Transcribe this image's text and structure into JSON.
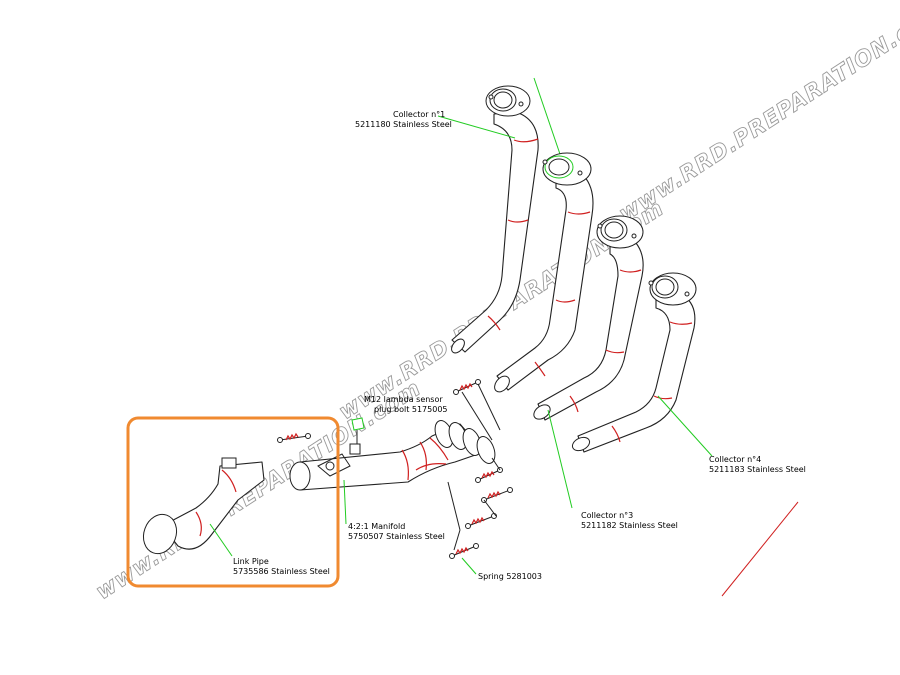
{
  "labels": {
    "collector1_name": "Collector n°1",
    "collector1_ref": "5211180 Stainless Steel",
    "collector3_name": "Collector n°3",
    "collector3_ref": "5211182 Stainless Steel",
    "collector4_name": "Collector n°4",
    "collector4_ref": "5211183 Stainless Steel",
    "lambda_name": "M12 lambda sensor",
    "lambda_ref": "plug bolt 5175005",
    "manifold_name": "4:2:1 Manifold",
    "manifold_ref": "5750507 Stainless Steel",
    "link_name": "Link Pipe",
    "link_ref": "5735586 Stainless Steel",
    "spring": "Spring 5281003"
  },
  "watermarks": {
    "top": "www.RRD.PREPARATION.com",
    "middle": "www.RRD.PREPARATION.com",
    "bottom": "www.RRD.PREPARATION.com"
  },
  "colors": {
    "highlight_box": "#f08a30",
    "leader_line": "#22cc22",
    "seam_line": "#d02020"
  }
}
